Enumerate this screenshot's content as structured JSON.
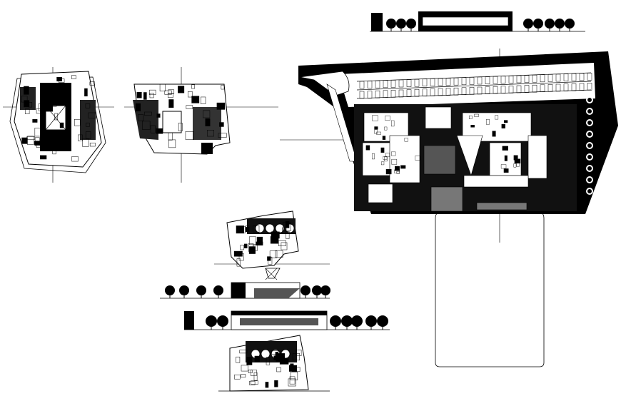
{
  "sheet": {
    "background": "#ffffff",
    "ink": "#000000",
    "description_visible_text": ""
  },
  "drawings": [
    {
      "kind": "site-plan",
      "name": "site-plan"
    },
    {
      "kind": "floor-plan",
      "name": "floor-plan-1"
    },
    {
      "kind": "floor-plan",
      "name": "floor-plan-2"
    },
    {
      "kind": "floor-plan",
      "name": "floor-plan-3"
    },
    {
      "kind": "floor-plan",
      "name": "floor-plan-4"
    },
    {
      "kind": "elevation",
      "name": "elevation-top"
    },
    {
      "kind": "elevation",
      "name": "elevation-middle"
    },
    {
      "kind": "elevation",
      "name": "elevation-lower"
    }
  ]
}
